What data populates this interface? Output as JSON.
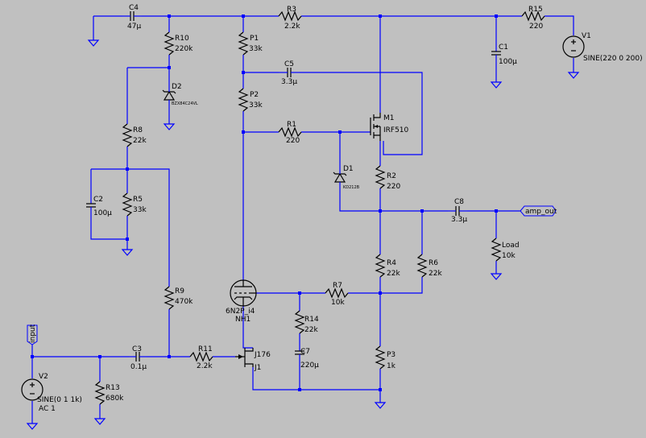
{
  "components": {
    "C4": {
      "ref": "C4",
      "value": "47µ"
    },
    "R3": {
      "ref": "R3",
      "value": "2.2k"
    },
    "R15": {
      "ref": "R15",
      "value": "220"
    },
    "V1": {
      "ref": "V1",
      "value": "SINE(220 0 200)"
    },
    "C1": {
      "ref": "C1",
      "value": "100µ"
    },
    "R10": {
      "ref": "R10",
      "value": "220k"
    },
    "P1": {
      "ref": "P1",
      "value": "33k"
    },
    "C5": {
      "ref": "C5",
      "value": "3.3µ"
    },
    "P2": {
      "ref": "P2",
      "value": "33k"
    },
    "D2": {
      "ref": "D2",
      "value": "BZX84C24VL"
    },
    "M1": {
      "ref": "M1",
      "value": "IRF510"
    },
    "R8": {
      "ref": "R8",
      "value": "22k"
    },
    "R1": {
      "ref": "R1",
      "value": "220"
    },
    "D1": {
      "ref": "D1",
      "value": "KD212B"
    },
    "R2": {
      "ref": "R2",
      "value": "220"
    },
    "C2": {
      "ref": "C2",
      "value": "100µ"
    },
    "R5": {
      "ref": "R5",
      "value": "33k"
    },
    "C8": {
      "ref": "C8",
      "value": "3.3µ"
    },
    "Load": {
      "ref": "Load",
      "value": "10k"
    },
    "R4": {
      "ref": "R4",
      "value": "22k"
    },
    "R6": {
      "ref": "R6",
      "value": "22k"
    },
    "R9": {
      "ref": "R9",
      "value": "470k"
    },
    "NH1": {
      "ref": "NH1",
      "value": "6N2P_i4"
    },
    "R7": {
      "ref": "R7",
      "value": "10k"
    },
    "R14": {
      "ref": "R14",
      "value": "22k"
    },
    "C7": {
      "ref": "C7",
      "value": "220µ"
    },
    "C3": {
      "ref": "C3",
      "value": "0.1µ"
    },
    "R11": {
      "ref": "R11",
      "value": "2.2k"
    },
    "J1": {
      "ref": "J1",
      "value": "J176"
    },
    "P3": {
      "ref": "P3",
      "value": "1k"
    },
    "V2": {
      "ref": "V2",
      "value": "SINE(0 1 1k)",
      "value2": "AC 1"
    },
    "R13": {
      "ref": "R13",
      "value": "680k"
    }
  },
  "net_labels": {
    "input": "input",
    "amp_out": "amp_out"
  },
  "colors": {
    "background": "#c0c0c0",
    "wire": "#0000ff",
    "component": "#000000"
  }
}
